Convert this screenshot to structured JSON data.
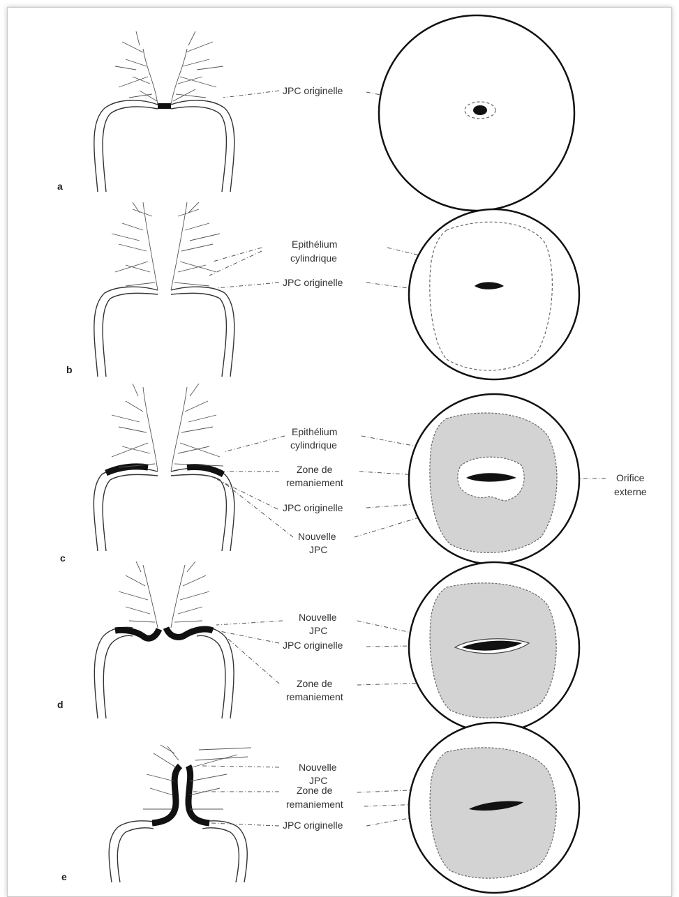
{
  "panels": [
    {
      "letter": "a",
      "labels": [
        "JPC originelle"
      ]
    },
    {
      "letter": "b",
      "labels": [
        "Epithélium",
        "cylindrique",
        "JPC originelle"
      ]
    },
    {
      "letter": "c",
      "labels": [
        "Epithélium",
        "cylindrique",
        "Zone de",
        "remaniement",
        "JPC originelle",
        "Nouvelle",
        "JPC",
        "Orifice",
        "externe"
      ]
    },
    {
      "letter": "d",
      "labels": [
        "Nouvelle",
        "JPC",
        "JPC originelle",
        "Zone de",
        "remaniement"
      ]
    },
    {
      "letter": "e",
      "labels": [
        "Nouvelle",
        "JPC",
        "Zone de",
        "remaniement",
        "JPC originelle"
      ]
    }
  ],
  "colors": {
    "transformation_zone": "#d3d3d3",
    "junction": "#111111"
  }
}
